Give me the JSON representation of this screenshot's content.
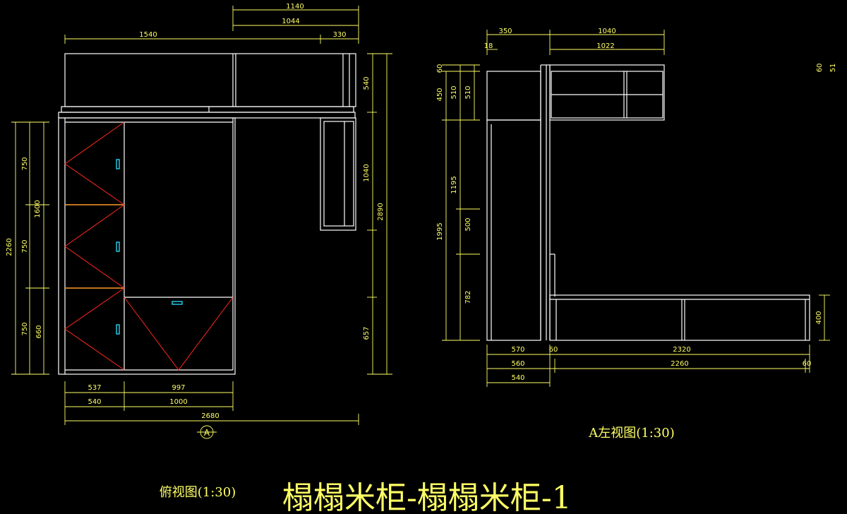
{
  "captions": {
    "top_view": "俯视图(1:30)",
    "side_view": "A左视图(1:30)",
    "main_title": "榻榻米柜-榻榻米柜-1",
    "section_marker": "A"
  },
  "top_view_dims": {
    "top": [
      "1140",
      "1044",
      "1540",
      "330"
    ],
    "right": [
      "540",
      "1040",
      "2890",
      "657"
    ],
    "left": [
      "2260",
      "1600",
      "750",
      "750",
      "750",
      "660"
    ],
    "bottom": [
      "537",
      "997",
      "540",
      "1000",
      "2680"
    ]
  },
  "side_view_dims": {
    "top": [
      "350",
      "1040",
      "18",
      "1022",
      "60",
      "51"
    ],
    "left": [
      "60",
      "450",
      "510",
      "510",
      "1195",
      "1995",
      "500",
      "782"
    ],
    "right": [
      "400"
    ],
    "bottom": [
      "570",
      "60",
      "2320",
      "560",
      "2260",
      "60",
      "540"
    ]
  },
  "colors": {
    "background": "#000000",
    "outline": "#ffffff",
    "dimension": "#ffff66",
    "door_marks": "#ff2a1a",
    "handles": "#22d3ee"
  }
}
